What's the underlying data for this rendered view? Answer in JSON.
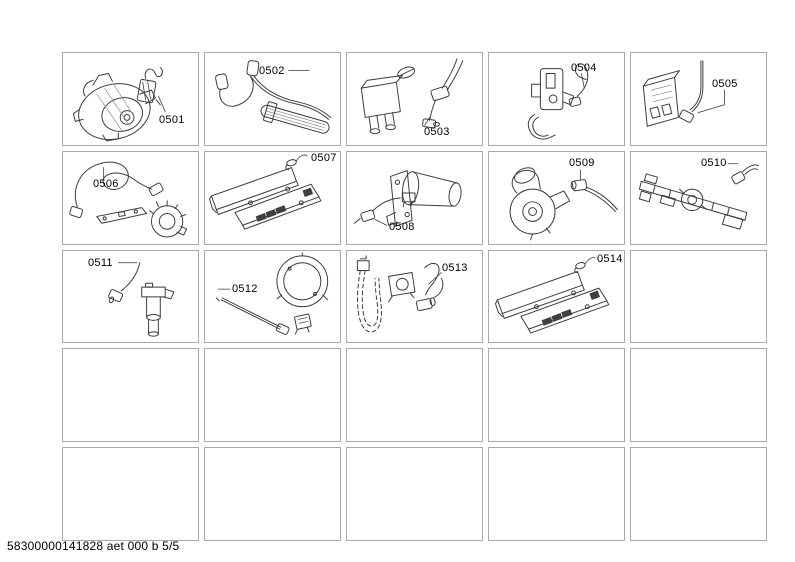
{
  "footer": {
    "text": "58300000141828 aet 000 b 5/5"
  },
  "colors": {
    "cell_border": "#a9a9a9",
    "drawing_line": "#3a3a3a",
    "label_text": "#000000"
  },
  "grid": {
    "columns": 5,
    "rows": 5,
    "filled_cells": 14,
    "empty_cells": 11
  },
  "parts": {
    "p0501": {
      "label": "0501"
    },
    "p0502": {
      "label": "0502"
    },
    "p0503": {
      "label": "0503"
    },
    "p0504": {
      "label": "0504"
    },
    "p0505": {
      "label": "0505"
    },
    "p0506": {
      "label": "0506"
    },
    "p0507": {
      "label": "0507"
    },
    "p0508": {
      "label": "0508"
    },
    "p0509": {
      "label": "0509"
    },
    "p0510": {
      "label": "0510"
    },
    "p0511": {
      "label": "0511"
    },
    "p0512": {
      "label": "0512"
    },
    "p0513": {
      "label": "0513"
    },
    "p0514": {
      "label": "0514"
    }
  }
}
